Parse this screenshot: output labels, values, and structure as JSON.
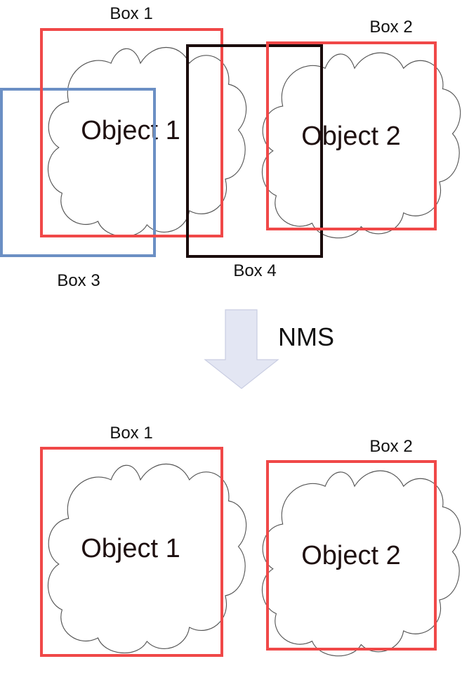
{
  "colors": {
    "red": "#f04848",
    "blue": "#6b8fc4",
    "black": "#1a0a0a",
    "arrow_fill": "#e3e6f3",
    "arrow_stroke": "#c9cde2"
  },
  "arrow": {
    "label": "NMS",
    "icon": "down-arrow-icon"
  },
  "before": {
    "objects": [
      {
        "id": "object-1",
        "label": "Object 1"
      },
      {
        "id": "object-2",
        "label": "Object 2"
      }
    ],
    "boxes": [
      {
        "id": "box-1",
        "label": "Box 1",
        "color": "red"
      },
      {
        "id": "box-2",
        "label": "Box 2",
        "color": "red"
      },
      {
        "id": "box-3",
        "label": "Box 3",
        "color": "blue"
      },
      {
        "id": "box-4",
        "label": "Box 4",
        "color": "black"
      }
    ]
  },
  "after": {
    "objects": [
      {
        "id": "object-1",
        "label": "Object 1"
      },
      {
        "id": "object-2",
        "label": "Object 2"
      }
    ],
    "boxes": [
      {
        "id": "box-1",
        "label": "Box 1",
        "color": "red"
      },
      {
        "id": "box-2",
        "label": "Box 2",
        "color": "red"
      }
    ]
  }
}
